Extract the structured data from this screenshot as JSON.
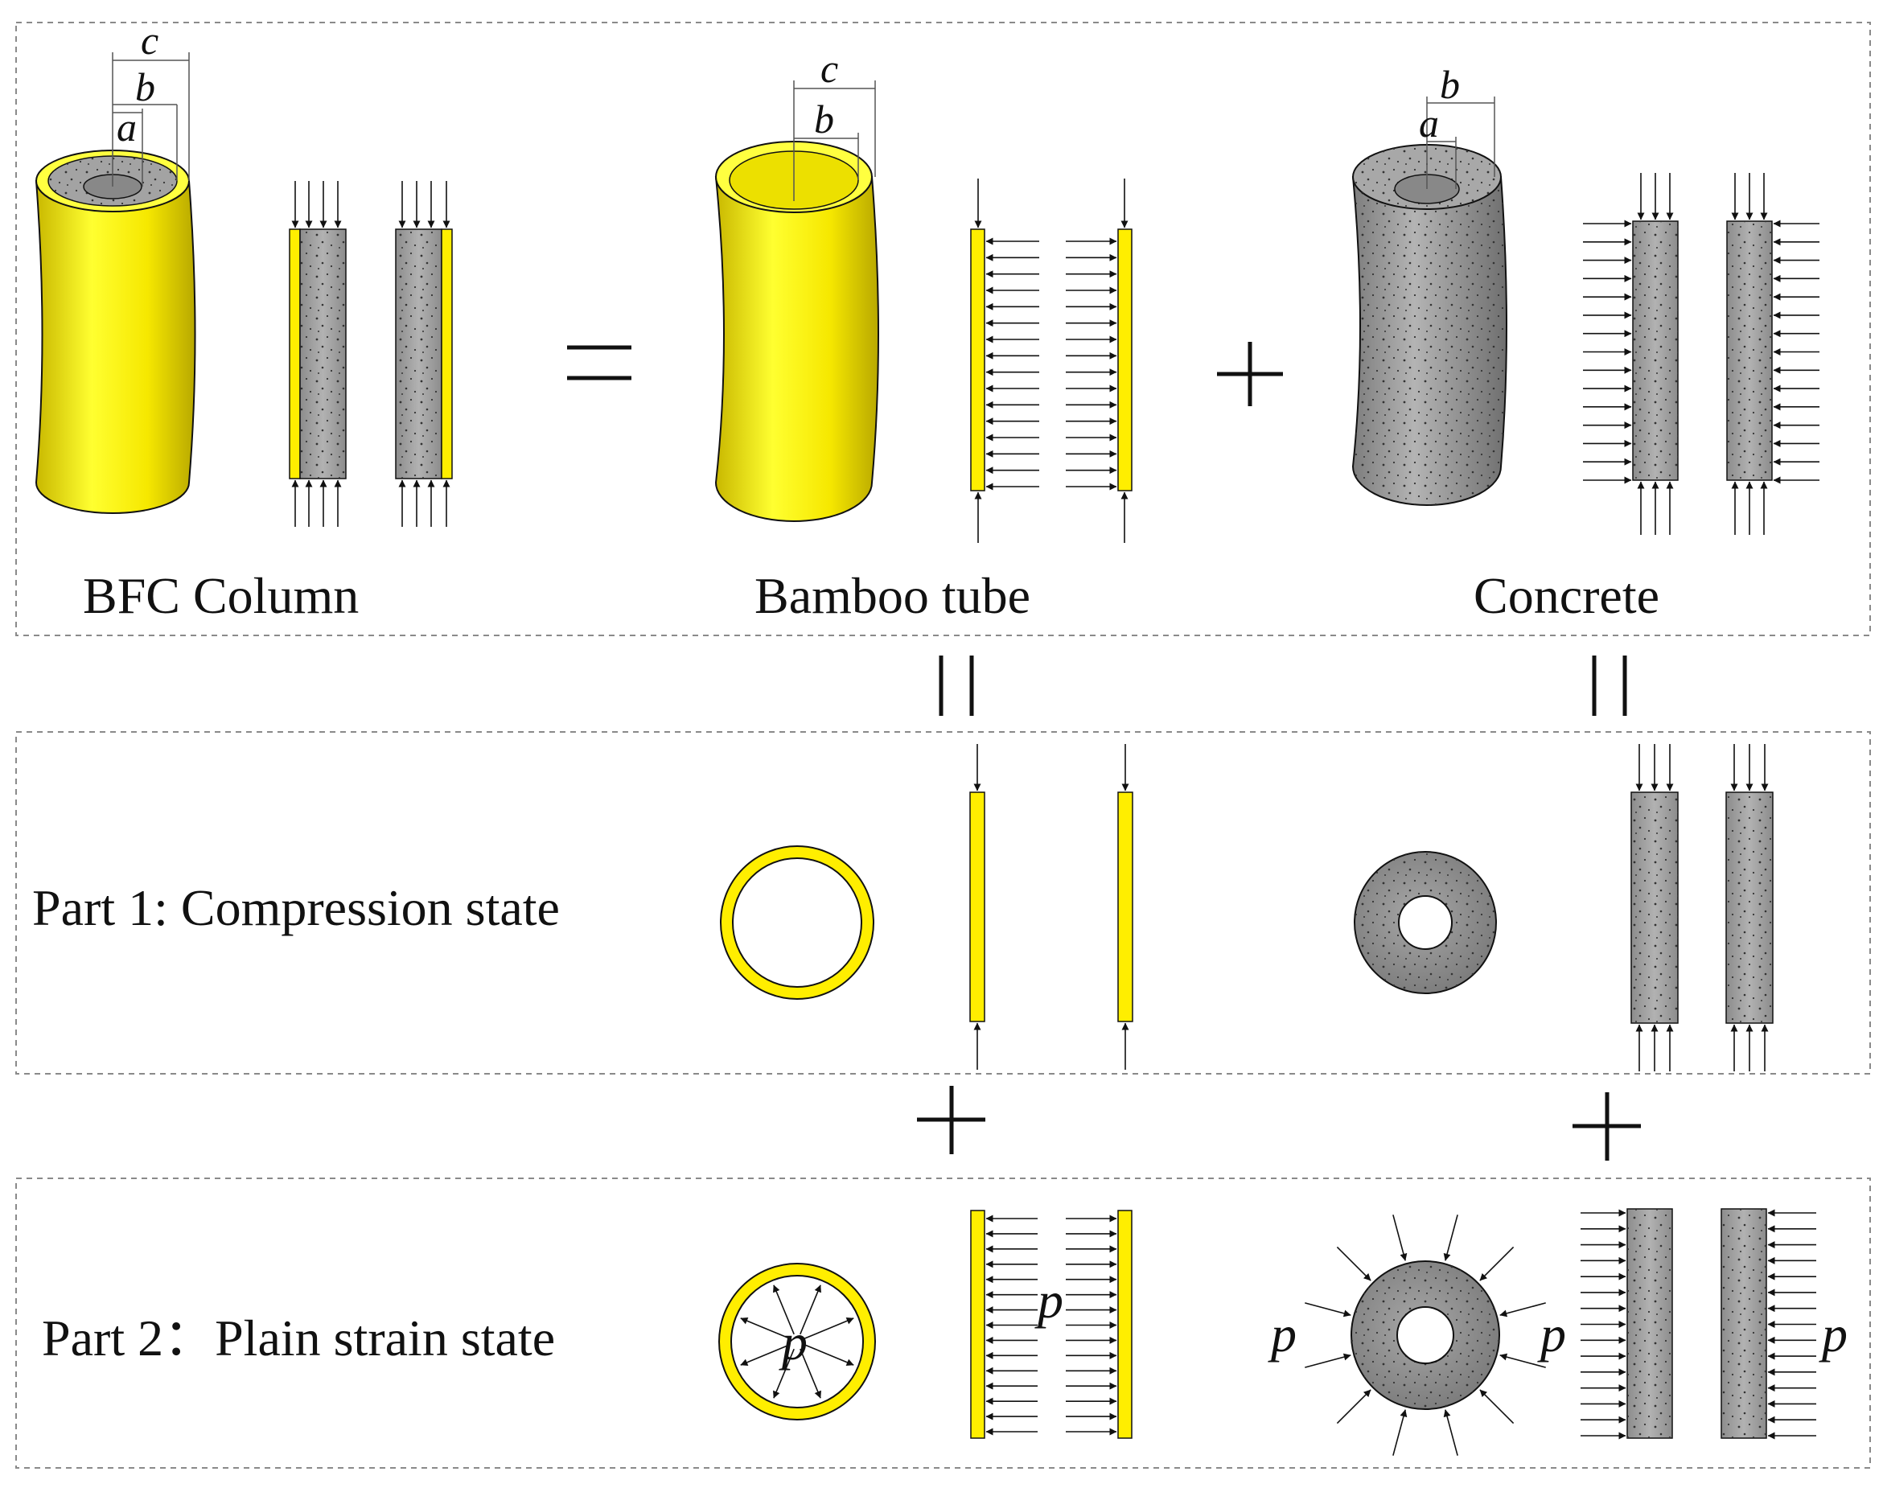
{
  "labels": {
    "bfc_column": "BFC Column",
    "bamboo_tube": "Bamboo tube",
    "concrete": "Concrete",
    "part1": "Part 1: Compression state",
    "part2": "Part 2：Plain strain state"
  },
  "symbols": {
    "equals": "=",
    "plus": "+",
    "parallel": "||",
    "dim_a": "a",
    "dim_b": "b",
    "dim_c": "c",
    "pressure": "p"
  },
  "colors": {
    "bamboo": "#ffee00",
    "concrete": "#9b9b9b",
    "line": "#111111",
    "frame": "#8a8a8a"
  }
}
